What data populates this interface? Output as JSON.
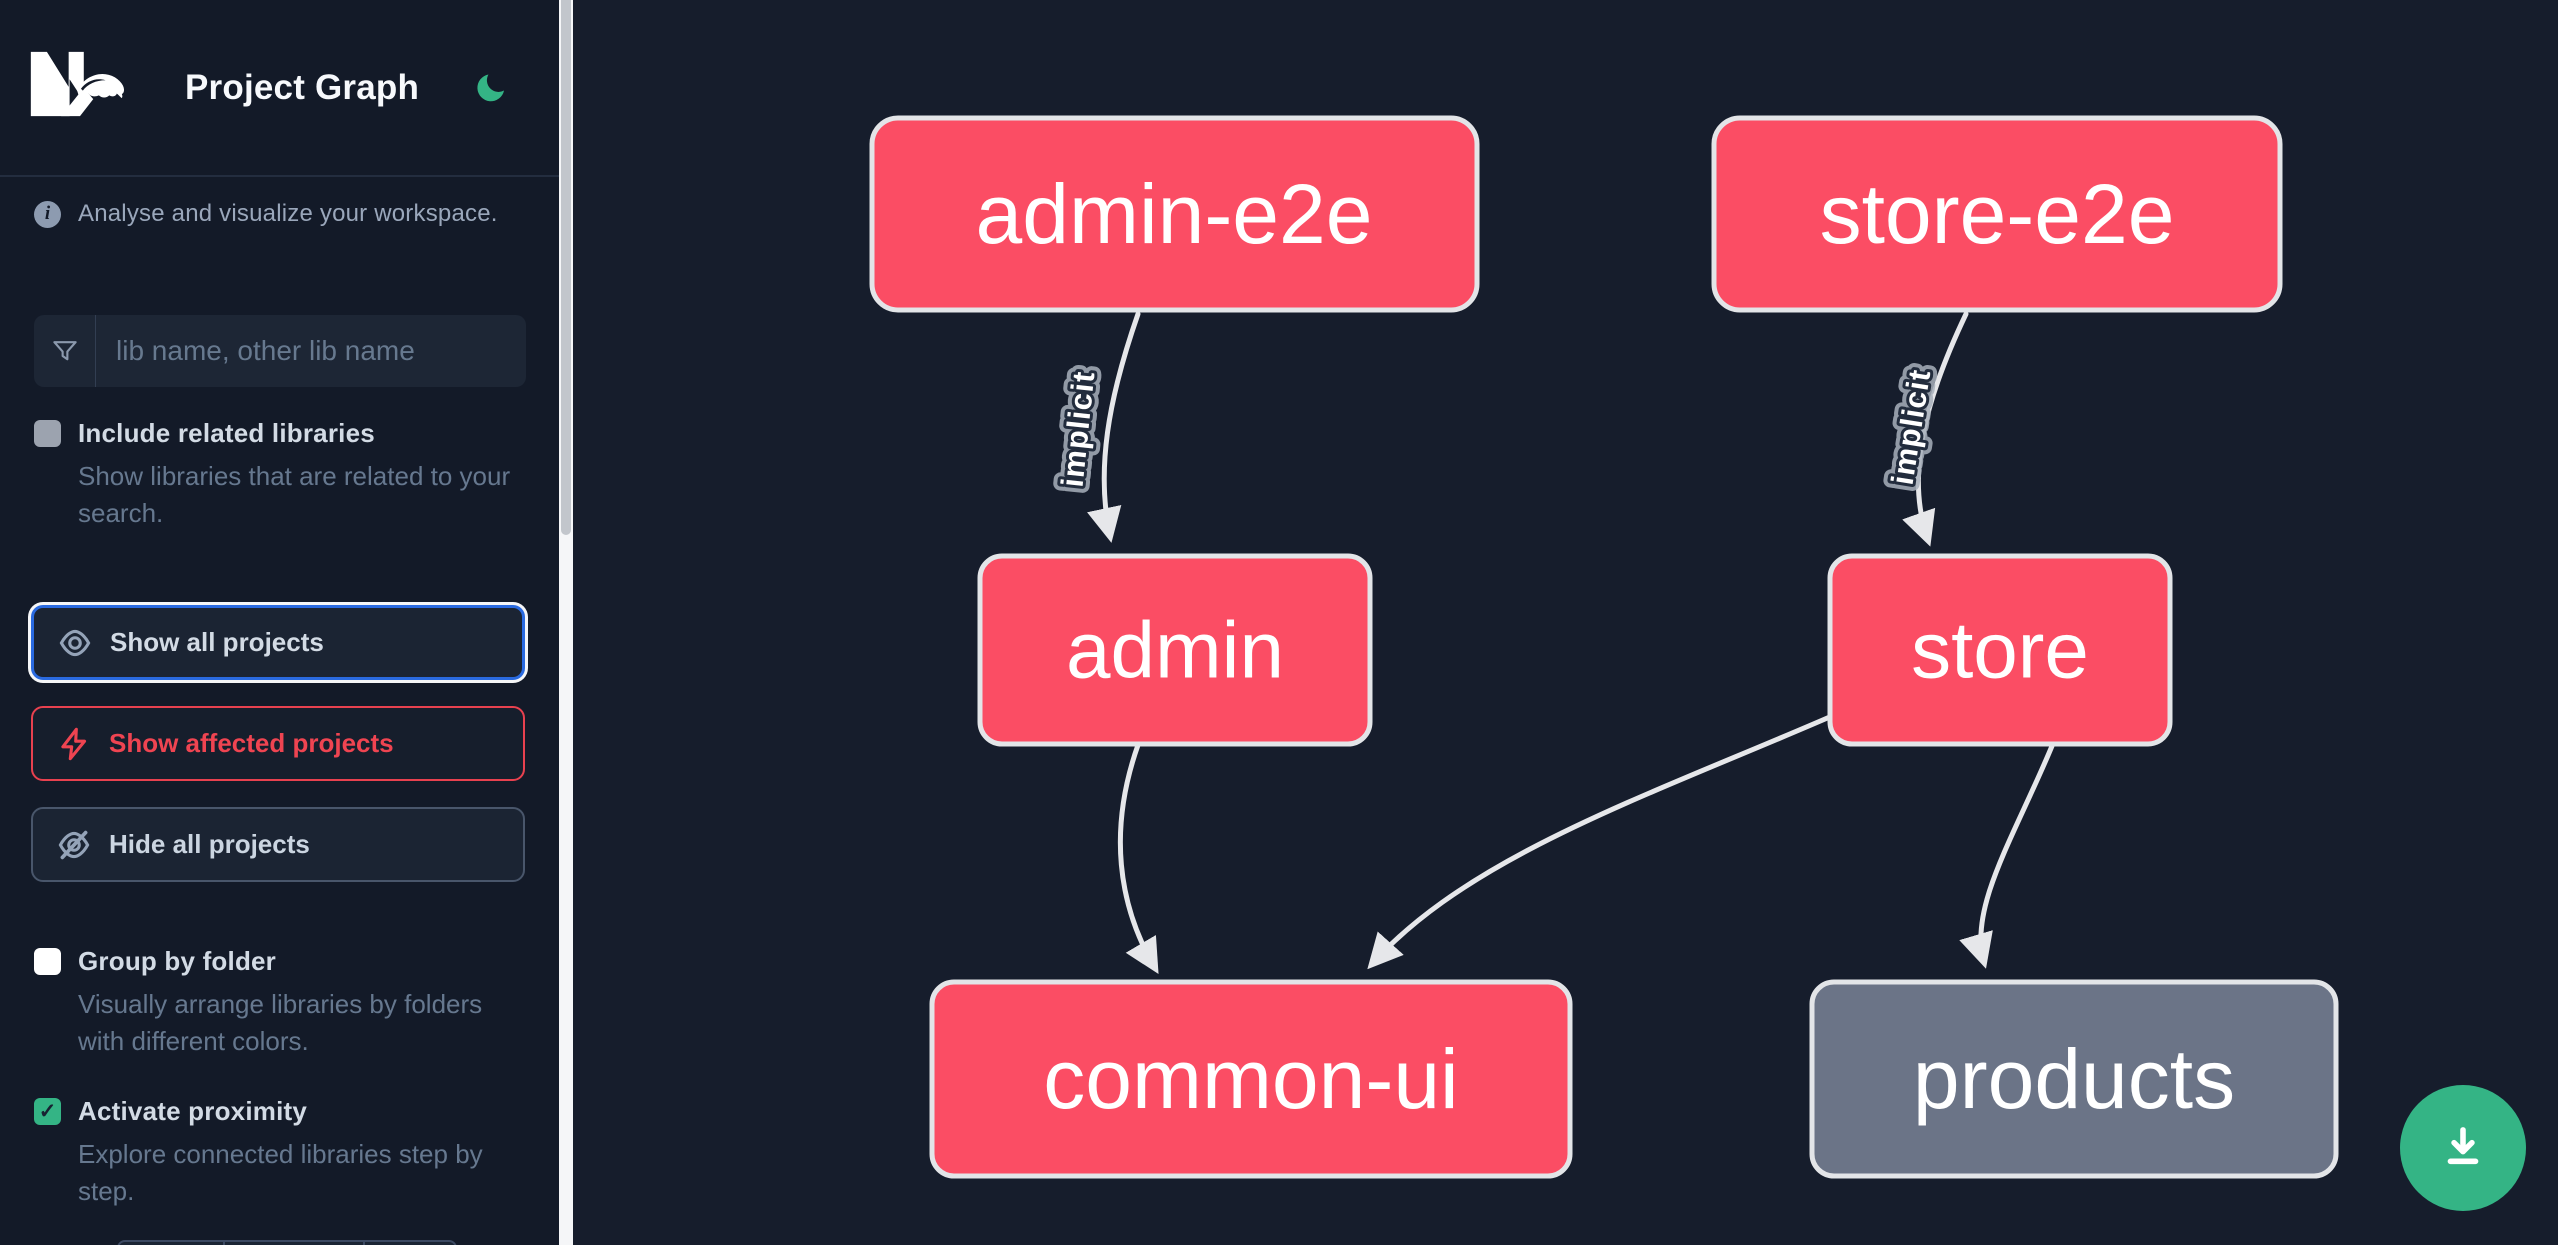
{
  "app": {
    "title": "Project Graph"
  },
  "sidebar": {
    "tagline": "Analyse and visualize your workspace.",
    "search_placeholder": "lib name, other lib name",
    "options": [
      {
        "label": "Include related libraries",
        "description": "Show libraries that are related to your search.",
        "checked": false
      },
      {
        "label": "Group by folder",
        "description": "Visually arrange libraries by folders with different colors.",
        "checked": false
      },
      {
        "label": "Activate proximity",
        "description": "Explore connected libraries step by step.",
        "checked": true
      }
    ],
    "actions": [
      {
        "label": "Show all projects",
        "style": "focused"
      },
      {
        "label": "Show affected projects",
        "style": "affected"
      },
      {
        "label": "Hide all projects",
        "style": "default"
      }
    ]
  },
  "graph": {
    "nodes": [
      {
        "id": "admin-e2e",
        "label": "admin-e2e",
        "color": "#fb4d64"
      },
      {
        "id": "store-e2e",
        "label": "store-e2e",
        "color": "#fb4d64"
      },
      {
        "id": "admin",
        "label": "admin",
        "color": "#fb4d64"
      },
      {
        "id": "store",
        "label": "store",
        "color": "#fb4d64"
      },
      {
        "id": "common-ui",
        "label": "common-ui",
        "color": "#fb4d64"
      },
      {
        "id": "products",
        "label": "products",
        "color": "#6b7487"
      }
    ],
    "edges": [
      {
        "source": "admin-e2e",
        "target": "admin",
        "label": "implicit"
      },
      {
        "source": "store-e2e",
        "target": "store",
        "label": "implicit"
      },
      {
        "source": "admin",
        "target": "common-ui",
        "label": ""
      },
      {
        "source": "store",
        "target": "common-ui",
        "label": ""
      },
      {
        "source": "store",
        "target": "products",
        "label": ""
      }
    ]
  },
  "colors": {
    "node_affected": "#fb4d64",
    "node_default": "#6b7487",
    "node_border": "#e3e5e8",
    "edge": "#e6e7ea",
    "accent_green": "#34b485",
    "accent_blue": "#2a6ae0",
    "accent_red": "#e8414f",
    "sidebar_bg": "#131a28",
    "canvas_bg": "#161d2c"
  }
}
